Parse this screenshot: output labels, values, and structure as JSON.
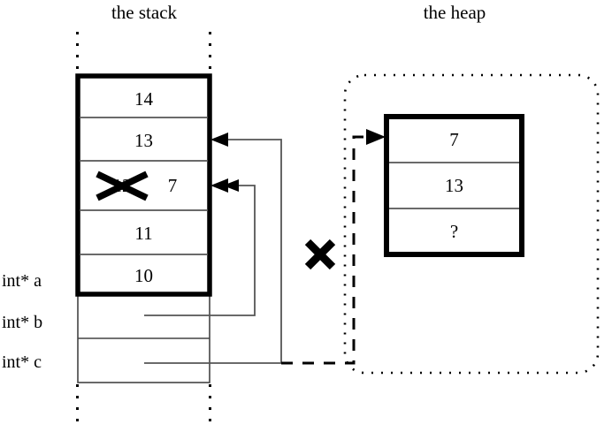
{
  "titles": {
    "stack": "the stack",
    "heap": "the heap"
  },
  "stack": {
    "cells": [
      {
        "value": "14",
        "struck": "",
        "label": ""
      },
      {
        "value": "13",
        "struck": "",
        "label": ""
      },
      {
        "value": "7",
        "struck": "12",
        "label": ""
      },
      {
        "value": "11",
        "struck": "",
        "label": ""
      },
      {
        "value": "10",
        "struck": "",
        "label": "int* a"
      }
    ],
    "pointer_cells": [
      {
        "value": "",
        "label": "int* b"
      },
      {
        "value": "",
        "label": "int* c"
      }
    ]
  },
  "heap": {
    "cells": [
      {
        "value": "7"
      },
      {
        "value": "13"
      },
      {
        "value": "?"
      }
    ]
  },
  "annotations": {
    "invalid_pointer_mark": "X",
    "struck_value_mark": "X"
  },
  "colors": {
    "stroke": "#000000",
    "thin_stroke": "#444444",
    "background": "#ffffff",
    "text": "#000000"
  }
}
